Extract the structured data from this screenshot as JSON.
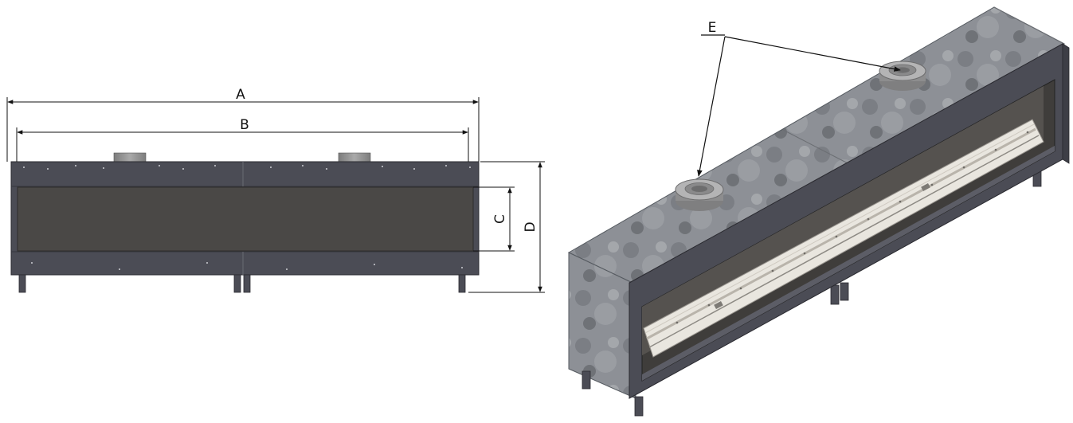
{
  "front_view": {
    "labels": {
      "A": "A",
      "B": "B",
      "C": "C",
      "D": "D"
    }
  },
  "iso_view": {
    "labels": {
      "E": "E"
    }
  },
  "colors": {
    "frame": "#4b4c55",
    "glass": "#4a4846",
    "flue": "#8c8c8c",
    "insulation": "#8a8d92",
    "firebed": "#e9e6df",
    "line": "#111111"
  }
}
